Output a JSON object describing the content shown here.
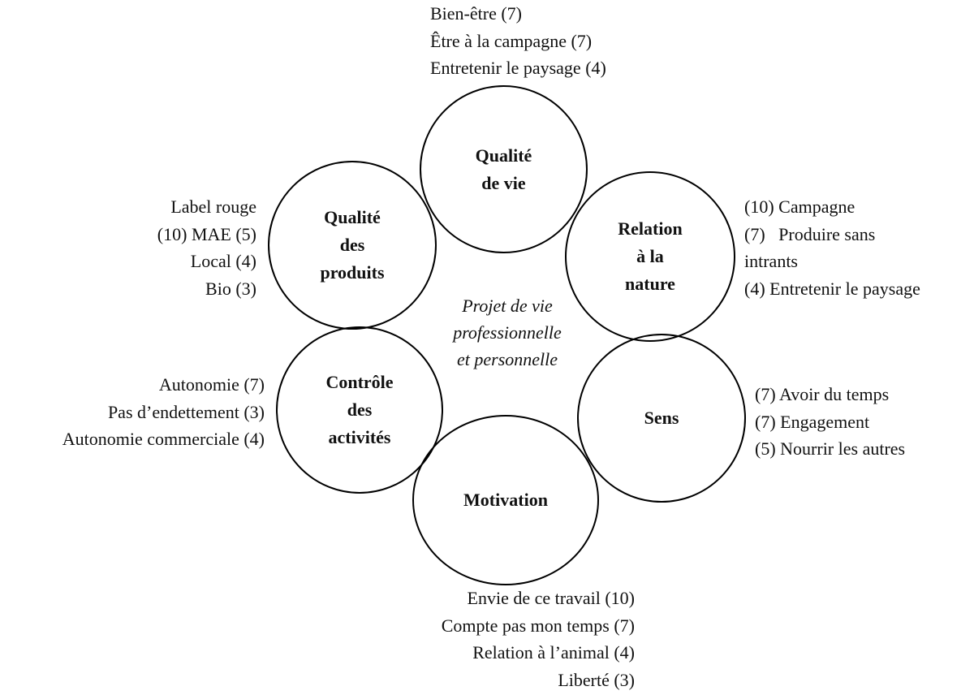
{
  "center_label": "Projet de vie\nprofessionnelle\net personnelle",
  "circles": {
    "qualite_de_vie": "Qualité\nde vie",
    "relation_nature": "Relation\nà la\nnature",
    "sens": "Sens",
    "motivation": "Motivation",
    "controle_activites": "Contrôle\ndes\nactivités",
    "qualite_produits": "Qualité\ndes\nproduits"
  },
  "annotations": {
    "qualite_de_vie": [
      "Bien-être (7)",
      "Être à la campagne (7)",
      "Entretenir le paysage (4)"
    ],
    "relation_nature": [
      "(10) Campagne",
      "(7)   Produire sans",
      "intrants",
      "(4) Entretenir le paysage"
    ],
    "sens": [
      "(7) Avoir du temps",
      "(7) Engagement",
      "(5) Nourrir les autres"
    ],
    "motivation": [
      "Envie de ce travail (10)",
      "Compte pas mon temps (7)",
      "Relation à l’animal (4)",
      "Liberté (3)"
    ],
    "controle_activites": [
      "Autonomie (7)",
      "Pas d’endettement (3)",
      "Autonomie commerciale (4)"
    ],
    "qualite_produits": [
      "Label rouge",
      "(10) MAE (5)",
      "Local (4)",
      "Bio (3)"
    ]
  }
}
